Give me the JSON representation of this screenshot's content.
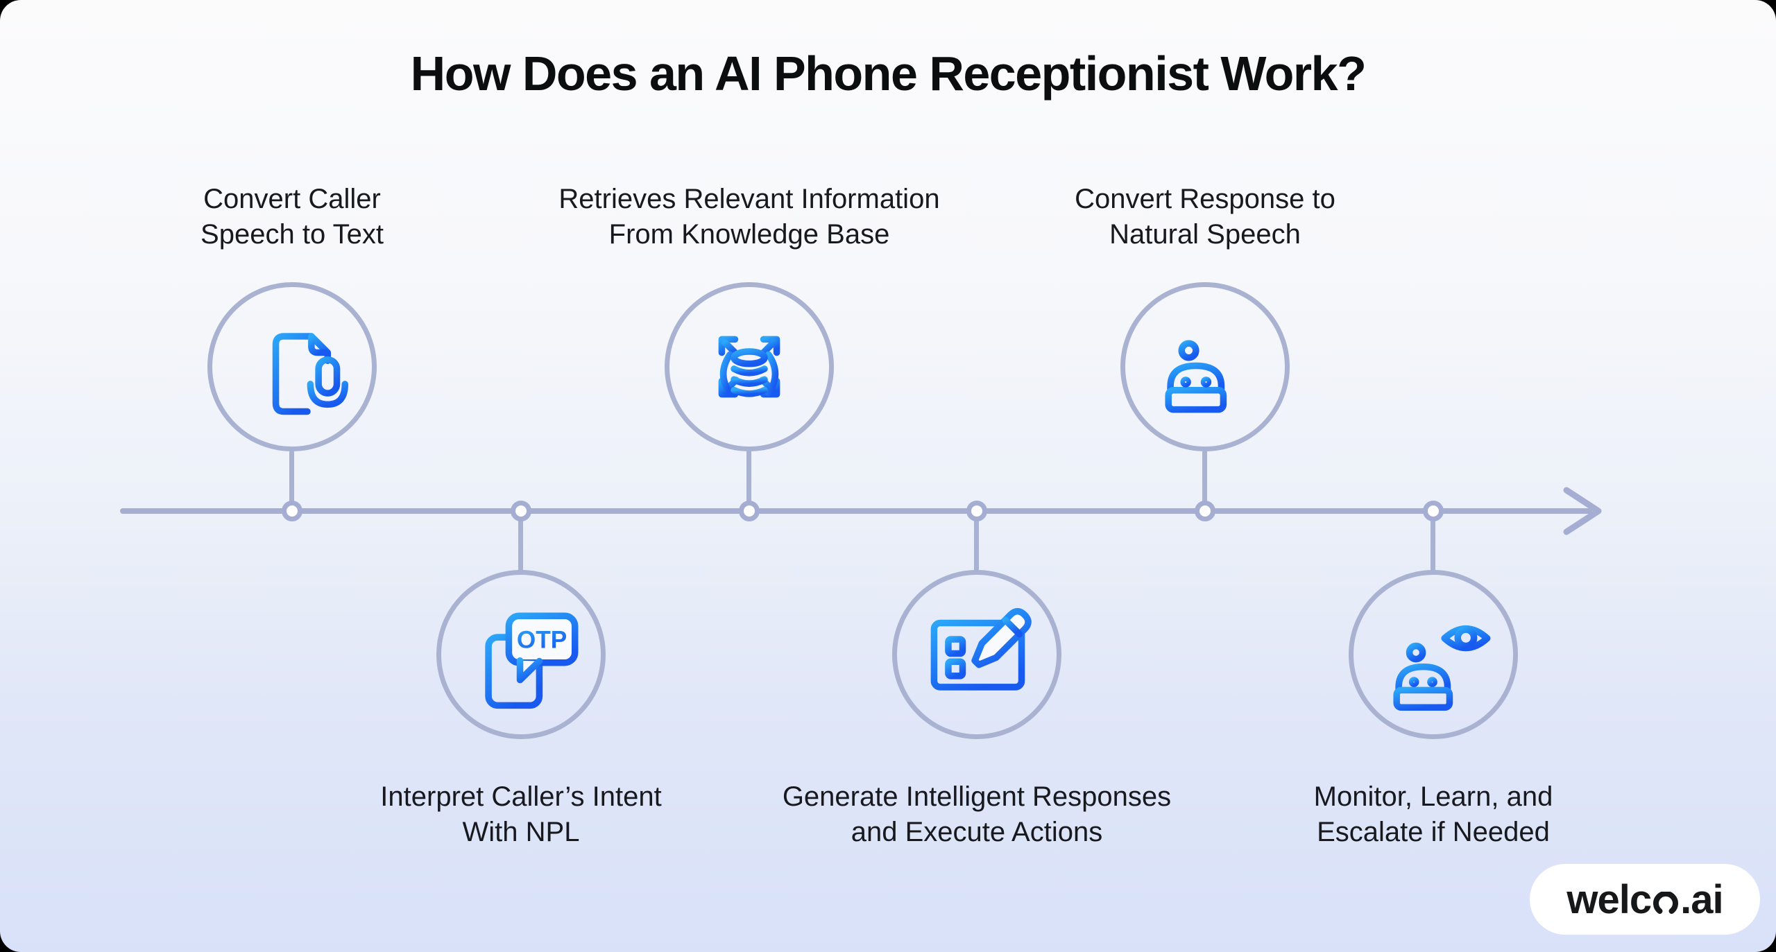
{
  "title": "How Does an AI Phone Receptionist Work?",
  "steps": [
    {
      "index": 1,
      "position": "top",
      "line1": "Convert Caller",
      "line2": "Speech to Text",
      "icon": "document-microphone-icon"
    },
    {
      "index": 2,
      "position": "bottom",
      "line1": "Interpret Caller’s Intent",
      "line2": "With NPL",
      "icon": "otp-phone-icon",
      "icon_text": "OTP"
    },
    {
      "index": 3,
      "position": "top",
      "line1": "Retrieves Relevant Information",
      "line2": "From Knowledge Base",
      "icon": "knowledge-base-sync-icon"
    },
    {
      "index": 4,
      "position": "bottom",
      "line1": "Generate Intelligent Responses",
      "line2": "and Execute Actions",
      "icon": "monitor-edit-icon"
    },
    {
      "index": 5,
      "position": "top",
      "line1": "Convert Response to",
      "line2": "Natural Speech",
      "icon": "robot-speech-wave-icon"
    },
    {
      "index": 6,
      "position": "bottom",
      "line1": "Monitor, Learn, and",
      "line2": "Escalate if Needed",
      "icon": "robot-monitor-eye-icon"
    }
  ],
  "logo": {
    "pre": "welc",
    "glyph": "open-o",
    "post": ".ai"
  },
  "colors": {
    "accent_light": "#2BA6F8",
    "accent_dark": "#185AEF",
    "ring": "#a9b2d1",
    "line": "#a5aed2",
    "title_color": "#0c0d0e",
    "label_color": "#17191e",
    "card_top": "#fbfbfc",
    "card_bottom": "#d9e1f9",
    "logo_bg": "#ffffff",
    "logo_text": "#17181a",
    "outer_bg": "#000000"
  }
}
